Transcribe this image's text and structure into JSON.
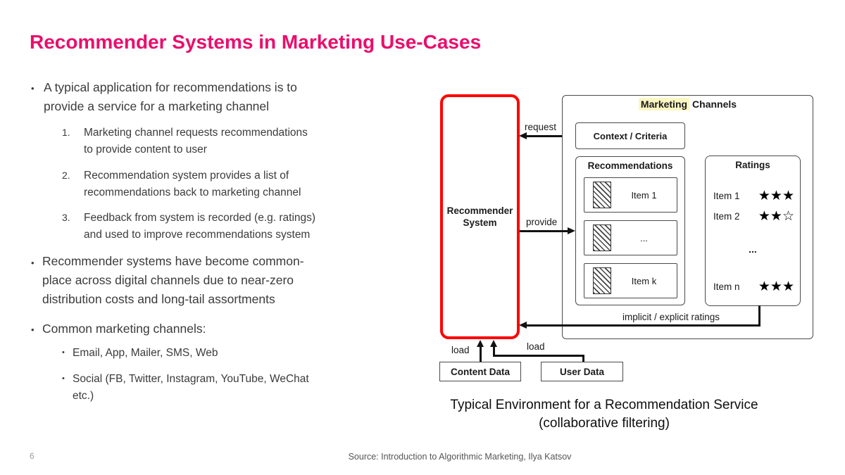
{
  "slide": {
    "title": "Recommender Systems in Marketing Use-Cases",
    "page_number": "6",
    "source_note": "Source: Introduction to Algorithmic Marketing, Ilya Katsov",
    "caption": "Typical Environment for a Recommendation Service\n(collaborative filtering)"
  },
  "bullets": {
    "bullet_char": "•",
    "b1": "A typical application for recommendations is to\nprovide a service for a marketing channel",
    "numbered": [
      {
        "num": "1.",
        "text": "Marketing channel requests recommendations\nto provide content to user"
      },
      {
        "num": "2.",
        "text": "Recommendation system provides a list of\nrecommendations back to marketing channel"
      },
      {
        "num": "3.",
        "text": "Feedback from system is recorded (e.g. ratings)\nand used to improve recommendations system"
      }
    ],
    "b2": "Recommender systems have become common-\nplace across digital channels due to near-zero\ndistribution costs and long-tail assortments",
    "b3": "Common marketing channels:",
    "sub": [
      "Email, App, Mailer, SMS, Web",
      "Social (FB, Twitter, Instagram, YouTube, WeChat\netc.)"
    ]
  },
  "diagram": {
    "recommender_system": "Recommender\nSystem",
    "marketing_channels_highlight": "Marketing",
    "marketing_channels_rest": "Channels",
    "context_criteria": "Context / Criteria",
    "recommendations_header": "Recommendations",
    "rec_items": [
      "Item 1",
      "...",
      "Item k"
    ],
    "ratings_header": "Ratings",
    "rating_rows": [
      {
        "label": "Item 1",
        "stars": "★★★"
      },
      {
        "label": "Item 2",
        "stars": "★★☆"
      }
    ],
    "rating_dots": "...",
    "rating_last": {
      "label": "Item n",
      "stars": "★★★"
    },
    "arrow_labels": {
      "request": "request",
      "provide": "provide",
      "feedback": "implicit / explicit ratings",
      "load_left": "load",
      "load_right": "load"
    },
    "content_data": "Content Data",
    "user_data": "User Data"
  },
  "colors": {
    "accent_pink": "#ea0e6c",
    "red_border": "#ff0000",
    "highlight_yellow": "#fbf7c3",
    "text_dark": "#3b3b3b",
    "line_black": "#121212"
  }
}
